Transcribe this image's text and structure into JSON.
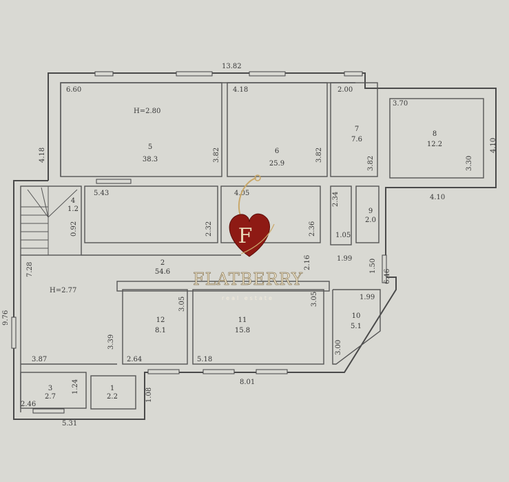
{
  "plan": {
    "overall_width": "13.82",
    "ceiling_upper": "H=2.80",
    "ceiling_lower": "H=2.77",
    "rooms": [
      {
        "no": "1",
        "area": "2.2"
      },
      {
        "no": "2",
        "area": "54.6"
      },
      {
        "no": "3",
        "area": "2.7"
      },
      {
        "no": "4",
        "area": "1.2"
      },
      {
        "no": "5",
        "area": "38.3"
      },
      {
        "no": "6",
        "area": "25.9"
      },
      {
        "no": "7",
        "area": "7.6"
      },
      {
        "no": "8",
        "area": "12.2"
      },
      {
        "no": "9",
        "area": "2.0"
      },
      {
        "no": "10",
        "area": "5.1"
      },
      {
        "no": "11",
        "area": "15.8"
      },
      {
        "no": "12",
        "area": "8.1"
      }
    ],
    "dims": {
      "d660": "6.60",
      "d418a": "4.18",
      "d418b": "4.18",
      "d382a": "3.82",
      "d382b": "3.82",
      "d382c": "3.82",
      "d200": "2.00",
      "d370": "3.70",
      "d330": "3.30",
      "d410a": "4.10",
      "d410b": "4.10",
      "d543": "5.43",
      "d092": "0.92",
      "d232": "2.32",
      "d405": "4.05",
      "d236": "2.36",
      "d234": "2.34",
      "d105": "1.05",
      "d199a": "1.99",
      "d150": "1.50",
      "d646": "6.46",
      "d199b": "1.99",
      "d728": "7.28",
      "d216": "2.16",
      "d976": "9.76",
      "d305a": "3.05",
      "d305b": "3.05",
      "d300": "3.00",
      "d339": "3.39",
      "d387": "3.87",
      "d264": "2.64",
      "d518": "5.18",
      "d801": "8.01",
      "d124": "1.24",
      "d108": "1.08",
      "d246": "2.46",
      "d531": "5.31"
    }
  },
  "watermark": {
    "brand": "FLATBERRY",
    "tagline": "real estate",
    "monogram": "F",
    "colors": {
      "heart": "#8e1a14",
      "gold": "#c9a86a"
    }
  }
}
